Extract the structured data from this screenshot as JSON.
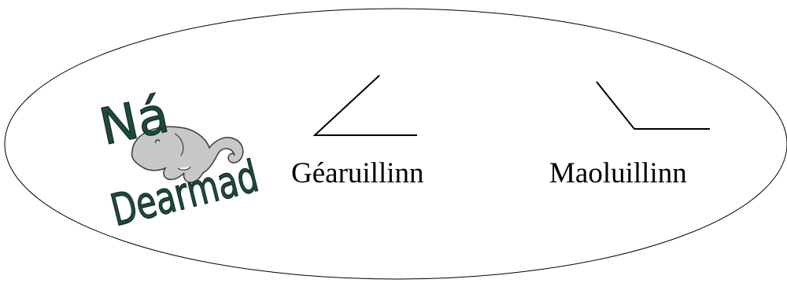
{
  "diagram": {
    "logo": {
      "line1": "Ná",
      "line2": "Dearmad",
      "icon": "elephant-icon"
    },
    "angles": [
      {
        "label": "Géaruillinn",
        "kind": "acute"
      },
      {
        "label": "Maoluillinn",
        "kind": "obtuse"
      }
    ],
    "colors": {
      "outline": "#000000",
      "logo_text": "#1f4a3b",
      "elephant_fill": "#c8c8c8",
      "elephant_stroke": "#3a3a3a"
    }
  }
}
